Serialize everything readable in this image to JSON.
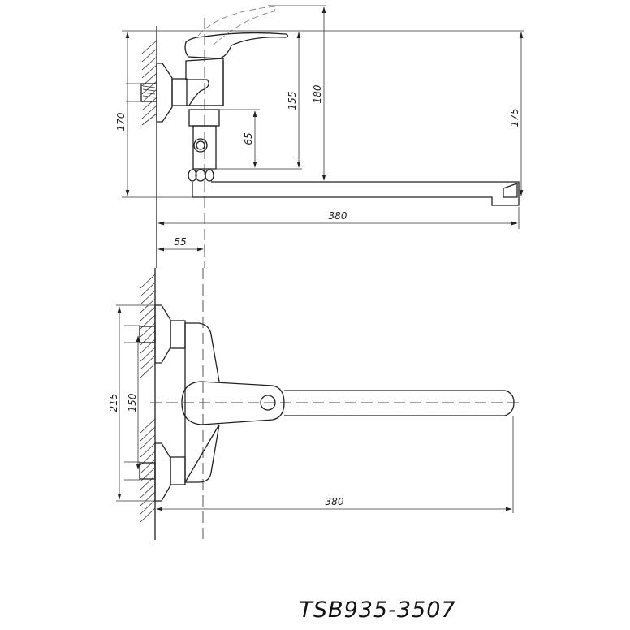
{
  "title": "TSB935-3507",
  "side_view": {
    "dims": {
      "height_lever": "170",
      "outlet_to_axis": "155",
      "lever_top": "180",
      "spout_height": "175",
      "bottom_block": "65",
      "reach": "380",
      "wall_to_axis": "55"
    }
  },
  "top_view": {
    "dims": {
      "outer_spacing": "215",
      "inlet_spacing": "150",
      "reach": "380"
    }
  }
}
